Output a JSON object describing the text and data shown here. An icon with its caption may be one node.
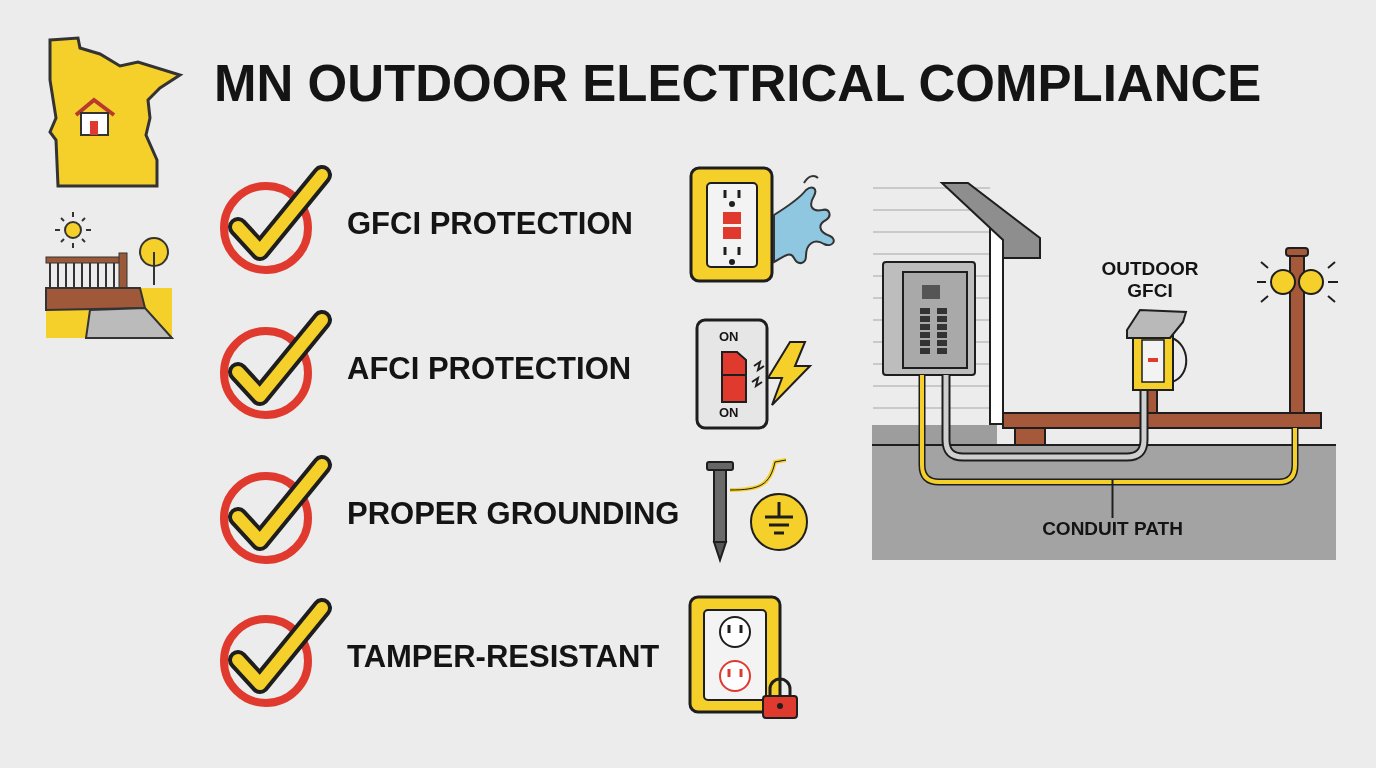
{
  "diagram": {
    "title": "MN OUTDOOR ELECTRICAL COMPLIANCE",
    "nodes": [
      {
        "text": [
          "CONDUIT PATH"
        ]
      },
      {
        "text": [],
        "shape": "picture"
      }
    ],
    "edges": [
      {
        "from": 0,
        "to": 1,
        "arrow": "none"
      }
    ],
    "labels": [
      "GFCI PROTECTION",
      "ON",
      "ON",
      "AFCI PROTECTION",
      "PROPER GROUNDING",
      "TAMPER-RESISTANT",
      "OUTDOOR GFCI"
    ]
  }
}
